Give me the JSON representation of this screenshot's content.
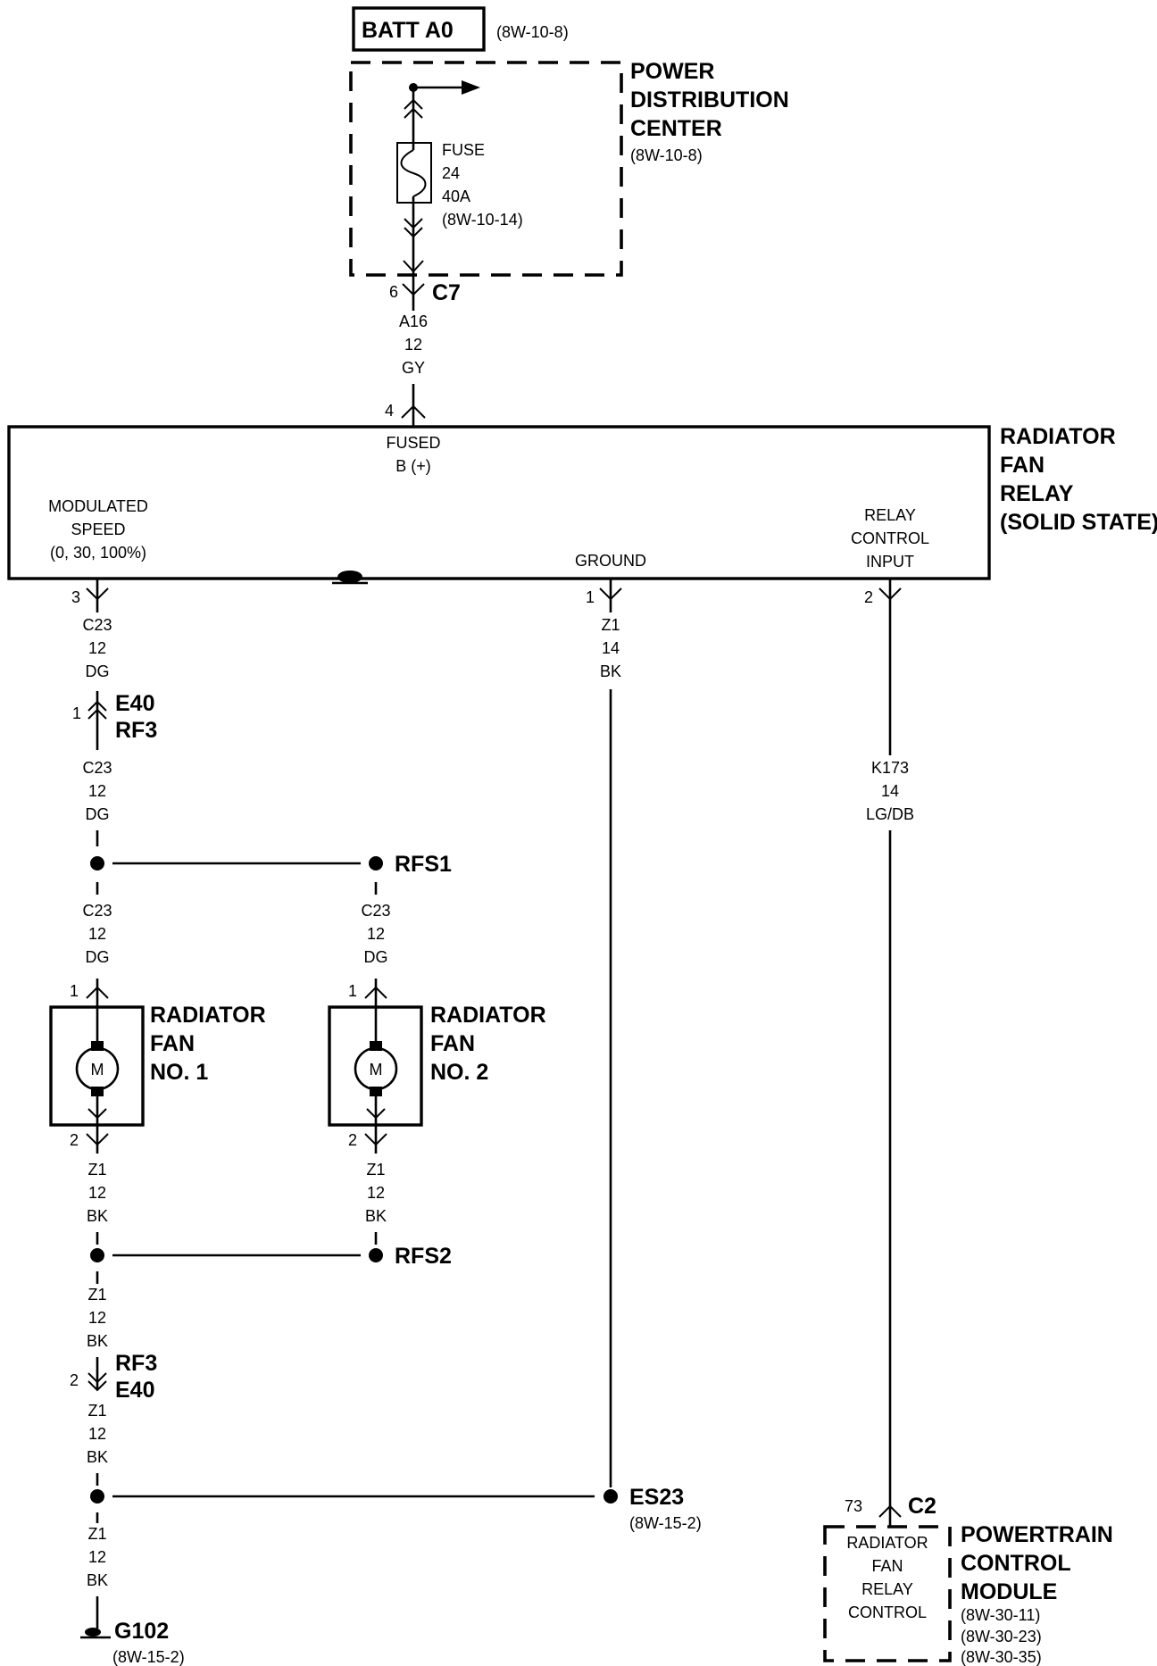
{
  "batt": {
    "label": "BATT A0",
    "ref": "(8W-10-8)"
  },
  "pdc": {
    "title": [
      "POWER",
      "DISTRIBUTION",
      "CENTER"
    ],
    "ref": "(8W-10-8)",
    "fuse": [
      "FUSE",
      "24",
      "40A",
      "(8W-10-14)"
    ]
  },
  "c7": {
    "pin": "6",
    "name": "C7",
    "wire": [
      "A16",
      "12",
      "GY"
    ]
  },
  "relay": {
    "title": [
      "RADIATOR",
      "FAN",
      "RELAY",
      "(SOLID STATE)"
    ],
    "pin_fused": "4",
    "fused": [
      "FUSED",
      "B (+)"
    ],
    "modulated": [
      "MODULATED",
      "SPEED",
      "(0, 30, 100%)"
    ],
    "ground": "GROUND",
    "control": [
      "RELAY",
      "CONTROL",
      "INPUT"
    ],
    "pin_mod": "3",
    "pin_gnd": "1",
    "pin_ctrl": "2"
  },
  "wire_c23_a": [
    "C23",
    "12",
    "DG"
  ],
  "e40_top": {
    "pin": "1",
    "names": [
      "E40",
      "RF3"
    ]
  },
  "wire_c23_b": [
    "C23",
    "12",
    "DG"
  ],
  "rfs1": "RFS1",
  "wire_c23_c": [
    "C23",
    "12",
    "DG"
  ],
  "wire_c23_d": [
    "C23",
    "12",
    "DG"
  ],
  "fan1": {
    "pin_in": "1",
    "pin_out": "2",
    "title": [
      "RADIATOR",
      "FAN",
      "NO. 1"
    ],
    "motor": "M"
  },
  "fan2": {
    "pin_in": "1",
    "pin_out": "2",
    "title": [
      "RADIATOR",
      "FAN",
      "NO. 2"
    ],
    "motor": "M"
  },
  "wire_z1_a": [
    "Z1",
    "12",
    "BK"
  ],
  "wire_z1_b": [
    "Z1",
    "12",
    "BK"
  ],
  "rfs2": "RFS2",
  "wire_z1_c": [
    "Z1",
    "12",
    "BK"
  ],
  "rf3_bottom": {
    "pin": "2",
    "names": [
      "RF3",
      "E40"
    ]
  },
  "wire_z1_d": [
    "Z1",
    "12",
    "BK"
  ],
  "wire_z1_e": [
    "Z1",
    "12",
    "BK"
  ],
  "g102": {
    "name": "G102",
    "ref": "(8W-15-2)"
  },
  "wire_z1_gnd": [
    "Z1",
    "14",
    "BK"
  ],
  "es23": {
    "name": "ES23",
    "ref": "(8W-15-2)"
  },
  "wire_k173": [
    "K173",
    "14",
    "LG/DB"
  ],
  "c2": {
    "pin": "73",
    "name": "C2"
  },
  "pcm": {
    "inner": [
      "RADIATOR",
      "FAN",
      "RELAY",
      "CONTROL"
    ],
    "title": [
      "POWERTRAIN",
      "CONTROL",
      "MODULE"
    ],
    "refs": [
      "(8W-30-11)",
      "(8W-30-23)",
      "(8W-30-35)"
    ]
  }
}
